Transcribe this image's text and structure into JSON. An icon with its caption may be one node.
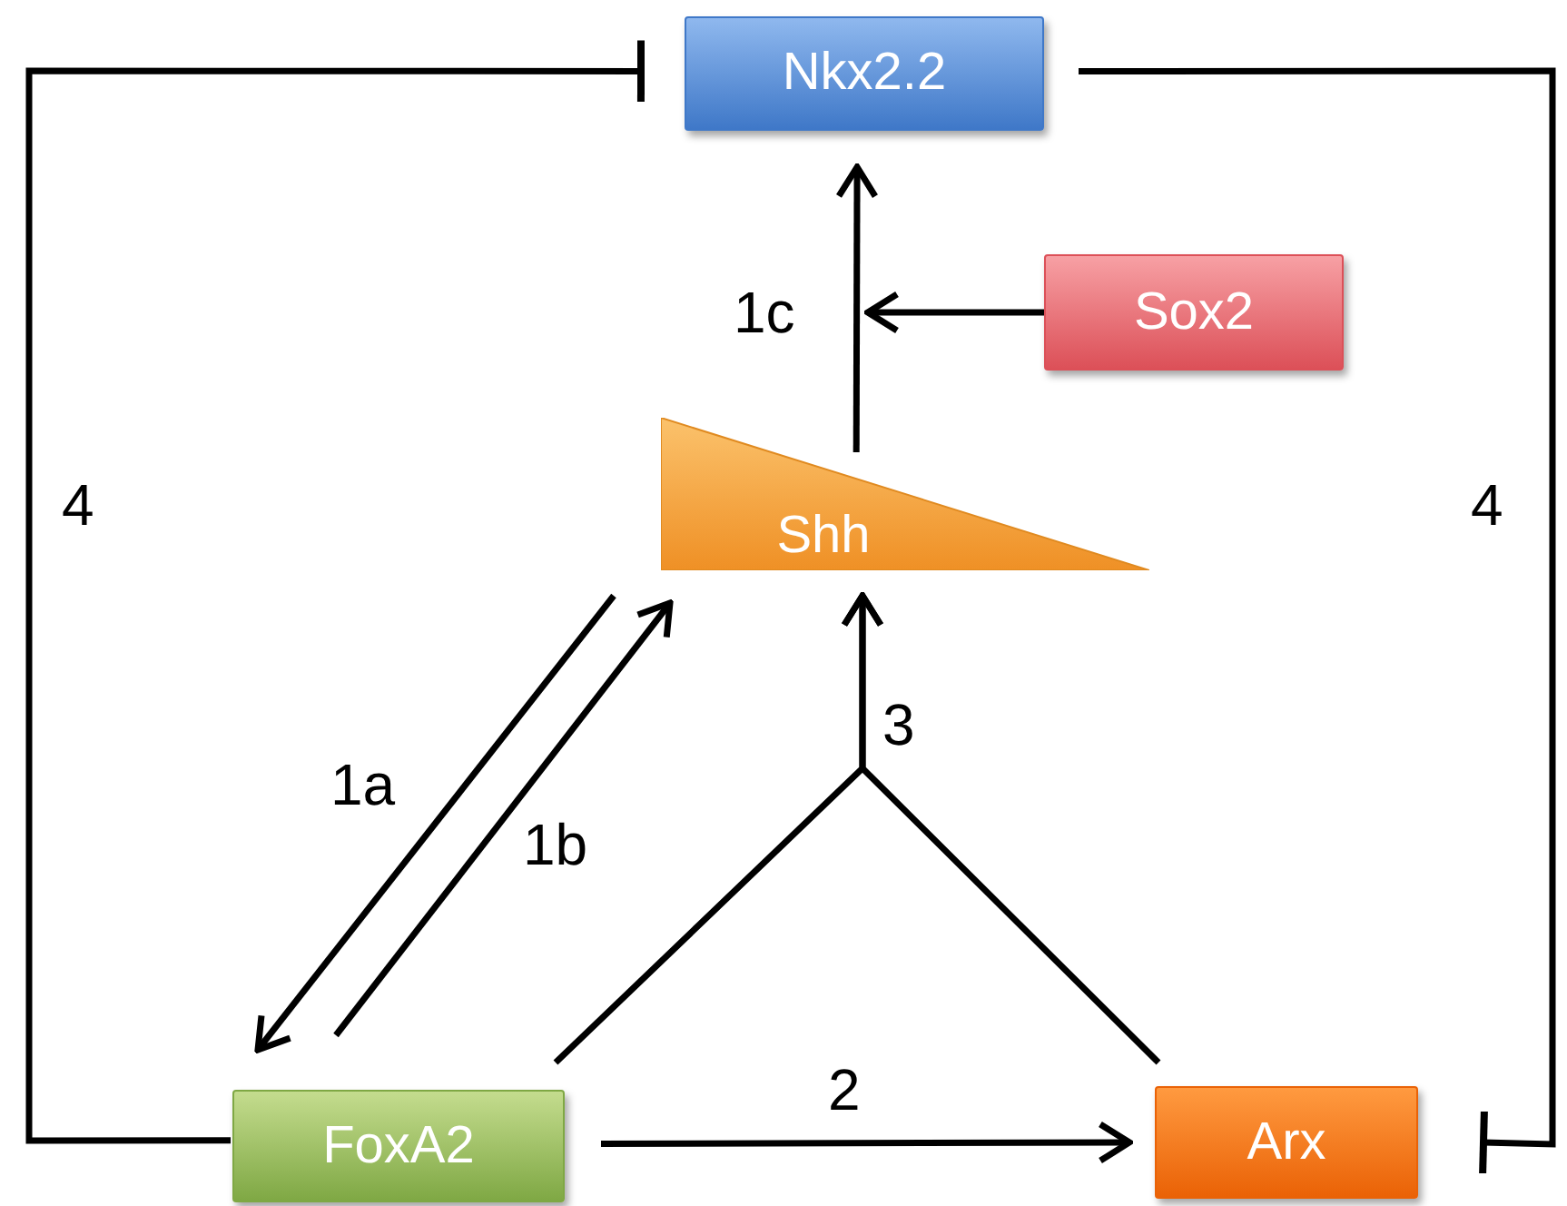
{
  "diagram": {
    "nodes": [
      {
        "text": [
          "Nkx2.2"
        ]
      },
      {
        "text": [
          "Sox2"
        ]
      },
      {
        "text": [
          "Shh"
        ]
      },
      {
        "text": [
          "FoxA2"
        ]
      },
      {
        "text": [
          "Arx"
        ]
      }
    ],
    "edges": [
      {
        "from": 3,
        "to": 0,
        "arrow": "other",
        "label": "4"
      },
      {
        "from": 0,
        "to": 4,
        "arrow": "other",
        "label": "4"
      },
      {
        "from": 2,
        "to": 0,
        "arrow": "to",
        "label": "1c"
      },
      {
        "from": 1,
        "to": null,
        "arrow": "to"
      },
      {
        "from": 2,
        "to": 3,
        "arrow": "to",
        "label": "1a"
      },
      {
        "from": 3,
        "to": 2,
        "arrow": "to",
        "label": "1b"
      },
      {
        "from": 3,
        "to": 2,
        "arrow": "to",
        "label": "3"
      },
      {
        "from": 4,
        "to": 2,
        "arrow": "to"
      },
      {
        "from": 3,
        "to": 4,
        "arrow": "to",
        "label": "2"
      }
    ]
  }
}
